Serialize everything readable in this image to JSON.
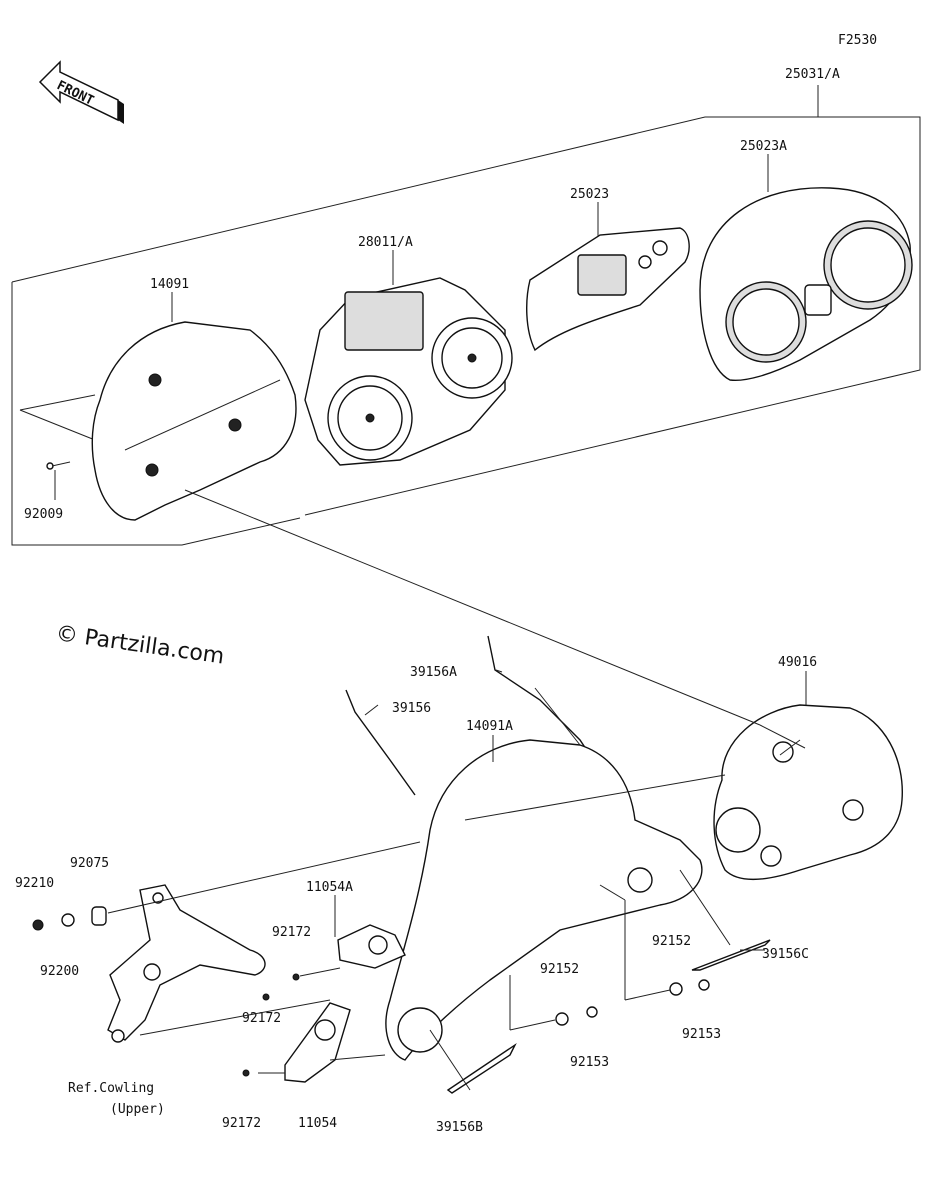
{
  "figure_id": "F2530",
  "front_arrow_label": "FRONT",
  "watermark": "© Partzilla.com",
  "callouts": {
    "assembly": "25031/A",
    "cover": "25023A",
    "panel": "25023",
    "meter": "28011/A",
    "case_rear": "14091",
    "screw_upper": "92009",
    "holder": "49016",
    "strip_a": "39156A",
    "strip": "39156",
    "case_front": "14091A",
    "collar": "92075",
    "nut": "92210",
    "washer": "92200",
    "bracket_a": "11054A",
    "bolt_1": "92172",
    "bolt_2": "92172",
    "bolt_3": "92172",
    "bracket": "11054",
    "ref_line1": "Ref.Cowling",
    "ref_line2": "(Upper)",
    "washer_1": "92152",
    "washer_2": "92152",
    "screw_1": "92153",
    "screw_2": "92153",
    "strip_c": "39156C",
    "strip_b": "39156B"
  }
}
